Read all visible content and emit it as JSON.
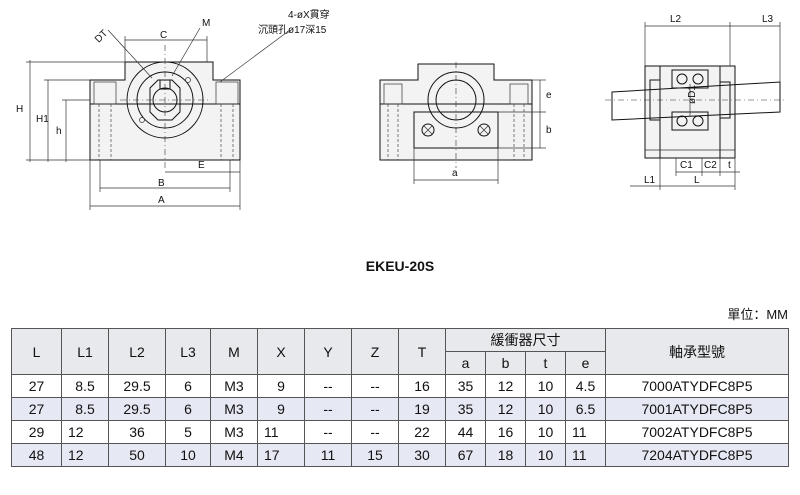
{
  "drawing": {
    "hole_note_line1": "4-øX貫穿",
    "hole_note_line2": "沉頭孔ø17深15",
    "labels": {
      "DT": "DT",
      "M": "M",
      "C": "C",
      "H": "H",
      "H1": "H1",
      "h": "h",
      "E": "E",
      "B": "B",
      "A": "A",
      "e": "e",
      "b": "b",
      "a": "a",
      "L2": "L2",
      "L3": "L3",
      "D1": "øD1",
      "C1": "C1",
      "C2": "C2",
      "t": "t",
      "L1": "L1",
      "L": "L"
    }
  },
  "model_title": "EKEU-20S",
  "unit_label": "單位：MM",
  "table": {
    "headers": [
      "L",
      "L1",
      "L2",
      "L3",
      "M",
      "X",
      "Y",
      "Z",
      "T"
    ],
    "flange_group": "緩衝器尺寸",
    "flange_headers": [
      "a",
      "b",
      "t",
      "e"
    ],
    "bearing_header": "軸承型號",
    "rows": [
      [
        "27",
        "8.5",
        "29.5",
        "6",
        "M3",
        "9",
        "--",
        "--",
        "16",
        "35",
        "12",
        "10",
        "4.5",
        "7000ATYDFC8P5"
      ],
      [
        "27",
        "8.5",
        "29.5",
        "6",
        "M3",
        "9",
        "--",
        "--",
        "19",
        "35",
        "12",
        "10",
        "6.5",
        "7001ATYDFC8P5"
      ],
      [
        "29",
        "12",
        "36",
        "5",
        "M3",
        "11",
        "--",
        "--",
        "22",
        "44",
        "16",
        "10",
        "11",
        "7002ATYDFC8P5"
      ],
      [
        "48",
        "12",
        "50",
        "10",
        "M4",
        "17",
        "11",
        "15",
        "30",
        "67",
        "18",
        "10",
        "11",
        "7204ATYDFC8P5"
      ]
    ]
  }
}
